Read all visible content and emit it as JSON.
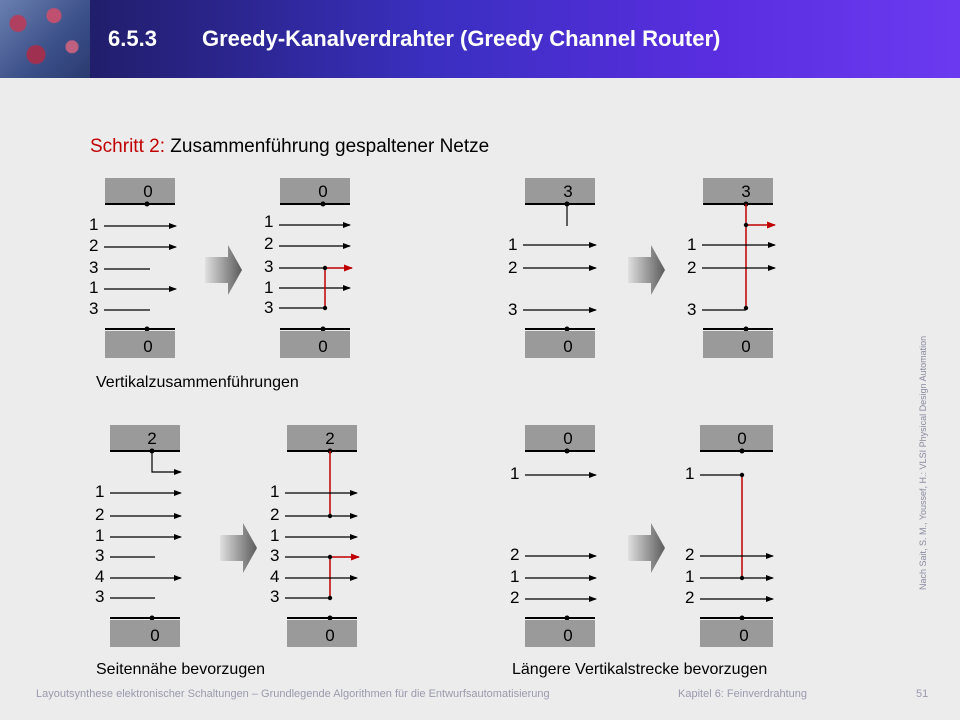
{
  "slide": {
    "number": "6.5.3",
    "title": "Greedy-Kanalverdrahter (Greedy Channel Router)"
  },
  "step": {
    "label": "Schritt 2:",
    "text": "Zusammenführung gespaltener Netze"
  },
  "captions": {
    "vertical": "Vertikalzusammenführungen",
    "side": "Seitennähe bevorzugen",
    "longer": "Längere Vertikalstrecke bevorzugen"
  },
  "panels": [
    {
      "top": "0",
      "bottom": "0",
      "rows": [
        "1",
        "2",
        "3",
        "1",
        "3"
      ]
    },
    {
      "top": "0",
      "bottom": "0",
      "rows": [
        "1",
        "2",
        "3",
        "1",
        "3"
      ]
    },
    {
      "top": "3",
      "bottom": "0",
      "rows": [
        "1",
        "2",
        "3"
      ]
    },
    {
      "top": "3",
      "bottom": "0",
      "rows": [
        "1",
        "2",
        "3"
      ]
    },
    {
      "top": "2",
      "bottom": "0",
      "rows": [
        "1",
        "2",
        "1",
        "3",
        "4",
        "3"
      ]
    },
    {
      "top": "2",
      "bottom": "0",
      "rows": [
        "1",
        "2",
        "1",
        "3",
        "4",
        "3"
      ]
    },
    {
      "top": "0",
      "bottom": "0",
      "rows": [
        "1",
        "2",
        "1",
        "2"
      ]
    },
    {
      "top": "0",
      "bottom": "0",
      "rows": [
        "1",
        "2",
        "1",
        "2"
      ]
    }
  ],
  "side_note": "Nach Sait, S. M., Youssef, H.: VLSI Physical Design Automation",
  "footer": {
    "course": "Layoutsynthese elektronischer Schaltungen – Grundlegende Algorithmen für die Entwurfsautomatisierung",
    "chapter": "Kapitel 6: Feinverdrahtung",
    "page": "51"
  },
  "colors": {
    "header": "#3a2fc0",
    "accent": "#c00000",
    "route": "#c00000",
    "box": "#9a9a9a",
    "arrow": "#707070"
  }
}
